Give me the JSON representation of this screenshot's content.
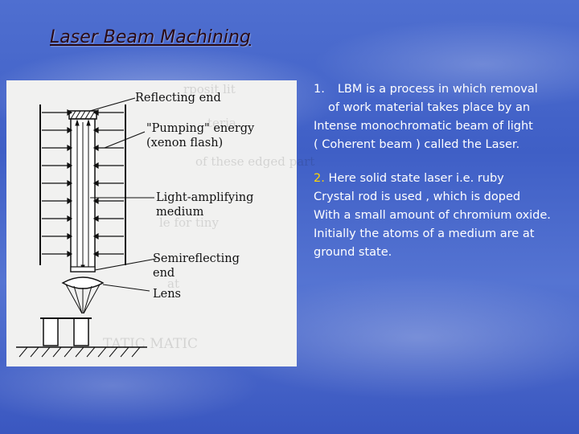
{
  "slide": {
    "title": "Laser Beam Machining",
    "figure": {
      "labels": {
        "reflecting_end": "Reflecting end",
        "pumping_energy_line1": "\"Pumping\" energy",
        "pumping_energy_line2": "(xenon flash)",
        "light_amplifying_line1": "Light-amplifying",
        "light_amplifying_line2": "medium",
        "semireflecting_line1": "Semireflecting",
        "semireflecting_line2": "end",
        "lens": "Lens"
      }
    },
    "point1": {
      "number": "1.",
      "line1": "LBM is a process in which removal",
      "line2": "of work material takes place by an",
      "line3": "Intense monochromatic beam of light",
      "line4": "( Coherent beam ) called the Laser."
    },
    "point2": {
      "number": "2.",
      "line1": "Here solid state laser i.e. ruby",
      "line2": "Crystal rod is used , which is doped",
      "line3": "With a small amount of chromium oxide.",
      "line4": "Initially the atoms of a medium are at",
      "line5": "ground state."
    },
    "colors": {
      "background": "#4466cc",
      "text": "#ffffff",
      "highlight_number": "#ffd400",
      "title": "#2a0a14"
    }
  }
}
